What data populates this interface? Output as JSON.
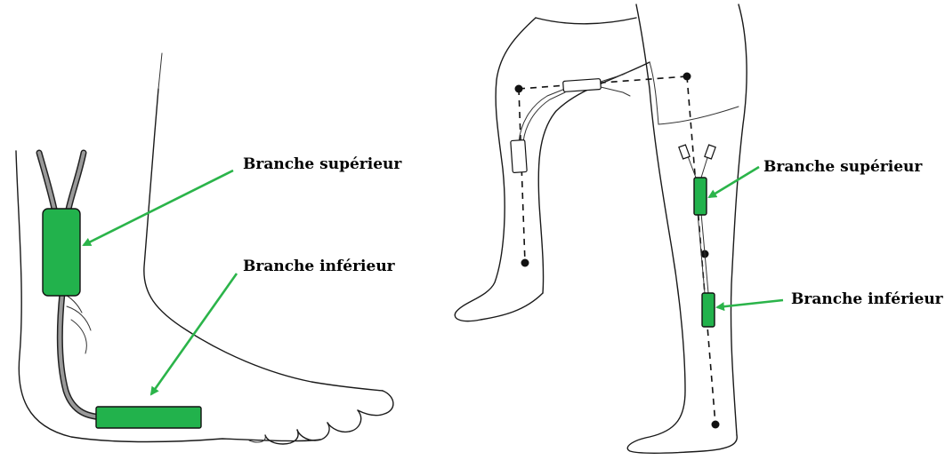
{
  "left_panel": {
    "label_upper": "Branche supérieur",
    "label_lower": "Branche inférieur"
  },
  "right_panel": {
    "label_upper": "Branche supérieur",
    "label_lower": "Branche inférieur"
  },
  "colors": {
    "sensor_green": "#22b24c",
    "arrow_green": "#2bb44a",
    "ink": "#111111"
  }
}
